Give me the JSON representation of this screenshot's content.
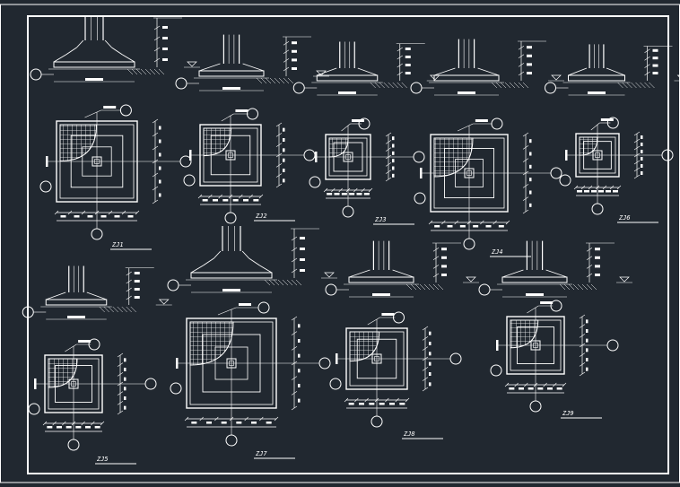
{
  "drawing": {
    "background": "#212830",
    "line_color": "#ffffff",
    "footings": [
      {
        "label": "ZJ1"
      },
      {
        "label": "ZJ2"
      },
      {
        "label": "ZJ3"
      },
      {
        "label": "ZJ4"
      },
      {
        "label": "ZJ6"
      },
      {
        "label": "ZJ5"
      },
      {
        "label": "ZJ7"
      },
      {
        "label": "ZJ8"
      },
      {
        "label": "ZJ9"
      }
    ]
  }
}
